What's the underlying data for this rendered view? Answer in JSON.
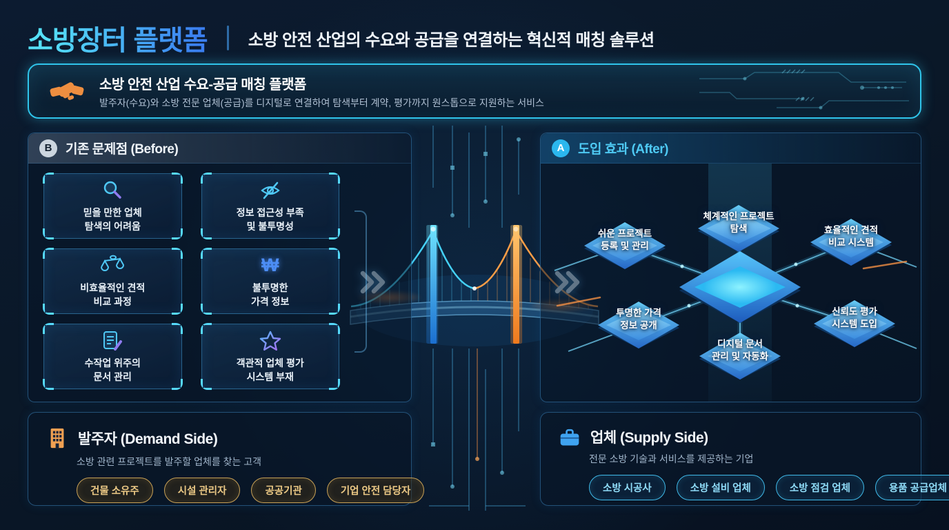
{
  "colors": {
    "accent_cyan": "#3fd0f5",
    "accent_blue": "#3b7ff0",
    "accent_orange": "#f08c3a",
    "accent_gold": "#e2bd7b",
    "panel_border": "#2e6ba6"
  },
  "header": {
    "title": "소방장터 플랫폼",
    "subtitle": "소방 안전 산업의 수요와 공급을 연결하는 혁신적 매칭 솔루션"
  },
  "banner": {
    "icon": "handshake-icon",
    "title": "소방 안전 산업 수요-공급 매칭 플랫폼",
    "description": "발주자(수요)와 소방 전문 업체(공급)를 디지털로 연결하여 탐색부터 계약, 평가까지 원스톱으로 지원하는 서비스"
  },
  "before_panel": {
    "badge": "B",
    "title": "기존 문제점 (Before)",
    "items": [
      {
        "icon": "search-icon",
        "label": "믿을 만한 업체\n탐색의 어려움"
      },
      {
        "icon": "eye-off-icon",
        "label": "정보 접근성 부족\n및 불투명성"
      },
      {
        "icon": "scale-icon",
        "label": "비효율적인 견적\n비교 과정"
      },
      {
        "icon": "won-icon",
        "glyph": "₩",
        "label": "불투명한\n가격 정보"
      },
      {
        "icon": "document-edit-icon",
        "label": "수작업 위주의\n문서 관리"
      },
      {
        "icon": "star-icon",
        "label": "객관적 업체 평가\n시스템 부재"
      }
    ]
  },
  "after_panel": {
    "badge": "A",
    "title": "도입 효과 (After)",
    "items": [
      "쉬운 프로젝트\n등록 및 관리",
      "체계적인 프로젝트\n탐색",
      "효율적인 견적\n비교 시스템",
      "투명한 가격\n정보 공개",
      "디지털 문서\n관리 및 자동화",
      "신뢰도 평가\n시스템 도입"
    ]
  },
  "demand_card": {
    "icon": "building-icon",
    "title": "발주자 (Demand Side)",
    "description": "소방 관련 프로젝트를 발주할 업체를 찾는 고객",
    "tags": [
      "건물 소유주",
      "시설 관리자",
      "공공기관",
      "기업 안전 담당자"
    ]
  },
  "supply_card": {
    "icon": "briefcase-icon",
    "title": "업체 (Supply Side)",
    "description": "전문 소방 기술과 서비스를 제공하는 기업",
    "tags": [
      "소방 시공사",
      "소방 설비 업체",
      "소방 점검 업체",
      "용품 공급업체"
    ]
  }
}
